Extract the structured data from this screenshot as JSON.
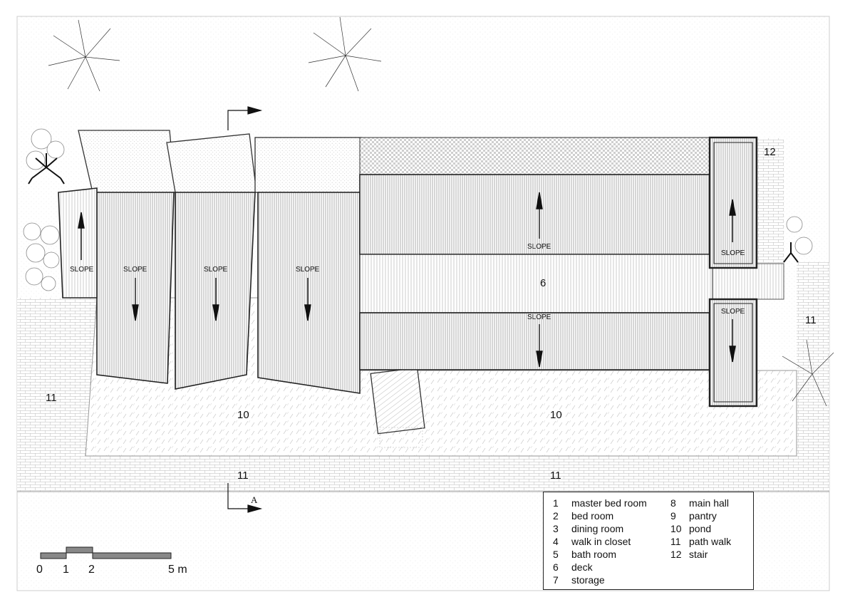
{
  "labels": {
    "slope": "SLOPE",
    "deck": "6",
    "stair": "12",
    "pond_left": "10",
    "pond_right": "10",
    "path_left": "11",
    "path_right": "11",
    "path_bottom_left": "11",
    "path_bottom_right": "11",
    "section_mark": "A"
  },
  "legend": {
    "col1": [
      {
        "num": "1",
        "text": "master bed room"
      },
      {
        "num": "2",
        "text": "bed room"
      },
      {
        "num": "3",
        "text": "dining room"
      },
      {
        "num": "4",
        "text": "walk in closet"
      },
      {
        "num": "5",
        "text": "bath room"
      },
      {
        "num": "6",
        "text": "deck"
      },
      {
        "num": "7",
        "text": "storage"
      }
    ],
    "col2": [
      {
        "num": "8",
        "text": "main hall"
      },
      {
        "num": "9",
        "text": "pantry"
      },
      {
        "num": "10",
        "text": "pond"
      },
      {
        "num": "11",
        "text": "path walk"
      },
      {
        "num": "12",
        "text": "stair"
      }
    ]
  },
  "scale": {
    "t0": "0",
    "t1": "1",
    "t2": "2",
    "t5": "5 m"
  },
  "colors": {
    "line": "#222222",
    "scale_fill": "#888888"
  }
}
